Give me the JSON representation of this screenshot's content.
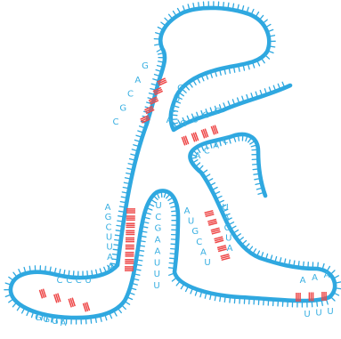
{
  "colors": {
    "backbone": "#2fa8e0",
    "base_pair": "#ee4848",
    "letters": "#3ab0e2",
    "background": "#ffffff"
  },
  "sequences": {
    "top_left_strand": [
      "G",
      "A",
      "C",
      "G",
      "C"
    ],
    "top_right_strand": [
      "G",
      "U",
      "C",
      "A"
    ],
    "middle_upper_strand": [
      "G",
      "C",
      "G",
      "C"
    ],
    "middle_lower_strand": [
      "A",
      "C",
      "A",
      "C"
    ],
    "left_leg_outer": [
      "A",
      "G",
      "C",
      "U",
      "U",
      "A",
      "A"
    ],
    "left_leg_inner": [
      "U",
      "C",
      "G",
      "A",
      "A",
      "U",
      "U",
      "U"
    ],
    "right_leg_inner": [
      "A",
      "U",
      "G",
      "C",
      "A",
      "U"
    ],
    "right_leg_outer": [
      "U",
      "A",
      "G",
      "U",
      "A"
    ],
    "left_foot_top": [
      "C",
      "C",
      "C",
      "U"
    ],
    "left_foot_bottom": [
      "G",
      "G",
      "G",
      "A"
    ],
    "right_foot_top": [
      "A",
      "A",
      "A"
    ],
    "right_foot_bottom": [
      "U",
      "U",
      "U"
    ]
  }
}
